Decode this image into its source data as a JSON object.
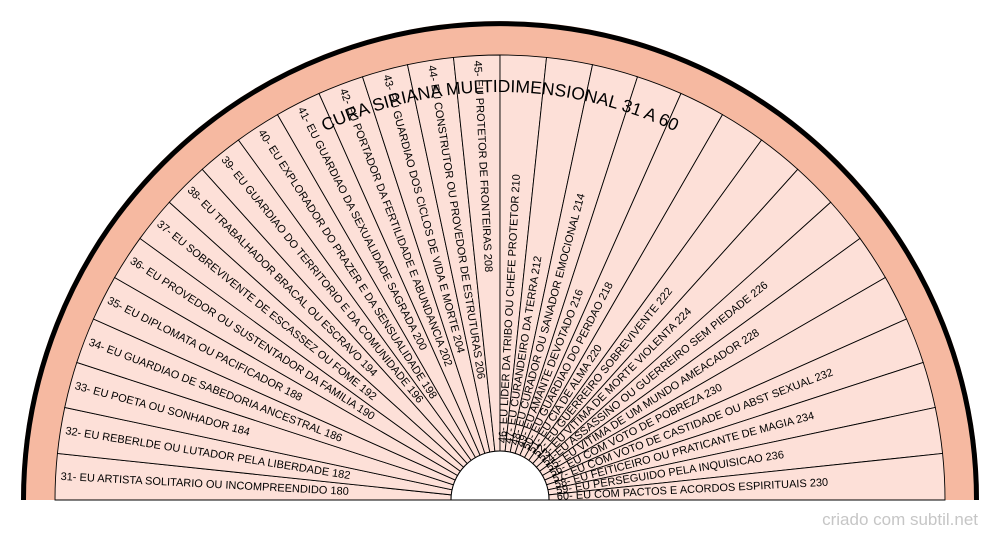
{
  "title": "CURA SIRIANA MULTIDIMENSIONAL 31 A 60",
  "credit": "criado com subtil.net",
  "colors": {
    "band": "#f6b9a1",
    "sector": "#fde0d8",
    "outline": "#000000",
    "text": "#000000",
    "credit": "#c6c6c6"
  },
  "items": [
    "31- EU ARTISTA SOLITARIO OU INCOMPREENDIDO 180",
    "32- EU REBERLDE OU LUTADOR PELA LIBERDADE 182",
    "33- EU POETA OU SONHADOR 184",
    "34- EU GUARDIAO DE SABEDORIA ANCESTRAL 186",
    "35- EU DIPLOMATA OU PACIFICADOR 188",
    "36- EU PROVEDOR OU SUSTENTADOR DA FAMILIA 190",
    "37- EU SOBREVIVENTE DE ESCASSEZ OU FOME 192",
    "38- EU TRABALHADOR BRACAL OU ESCRAVO 194",
    "39- EU GUARDIAO DO TERRITORIO E DA COMUNIDADE 196",
    "40- EU EXPLORADOR DO PRAZER E DA SENSUALIDADE 198",
    "41- EU GUARDIAO DA SEXUALIDADE SAGRADA 200",
    "42- EU PORTADOR DA FERTILIDADE E ABUNDANCIA 202",
    "43- EU GUARDIAO DOS CICLOS DE VIDA E MORTE 204",
    "44- EU CONSTRUTOR OU PROVEDOR DE ESTRUTURAS 206",
    "45- EU PROTETOR DE FRONTEIRAS 208",
    "46- EU LIDER DA TRIBO OU CHEFE PROTETOR 210",
    "47- EU CURANDEIRO DA TERRA 212",
    "48- EU CURADOR OU SANADOR EMOCIONAL 214",
    "49- EU AMANTE DEVOTADO 216",
    "50- EU GUARDIAO DO PERDAO 218",
    "51- EU CIA DE ALMA 220",
    "52- EU GUERREIRO SOBREVIVENTE 222",
    "53- EU VITIMA DE MORTE VIOLENTA 224",
    "54-EU ASSASSINO OU GUERREIRO SEM PIEDADE 226",
    "55- EU VITIMA DE UM MUNDO AMEACADOR 228",
    "56- EU COM VOTO DE POBREZA 230",
    "57- EU COM VOTO DE CASTIDADE OU ABST SEXUAL 232",
    "58- EU FEITICEIRO OU PRATICANTE DE MAGIA 234",
    "59- EU PERSEGUIDO PELA INQUISICAO 236",
    "60- EU COM PACTOS E ACORDOS ESPIRITUAIS 230"
  ]
}
